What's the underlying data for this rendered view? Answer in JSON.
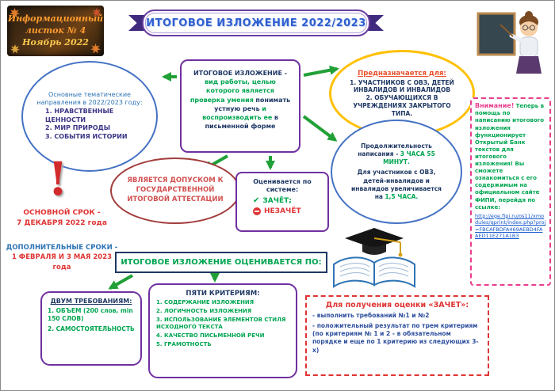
{
  "colors": {
    "purple": "#7030a0",
    "green": "#00a551",
    "navy": "#1f3864",
    "red": "#e03434",
    "blue": "#2e74b5",
    "magenta": "#e83e8c",
    "orange": "#ffc000",
    "arrow_green": "#21a038"
  },
  "icons": {
    "exclamation": "!",
    "check": "✔"
  },
  "masthead": {
    "line1": "Информационный",
    "line2": "листок № 4",
    "line3": "Ноябрь 2022"
  },
  "title": "ИТОГОВОЕ ИЗЛОЖЕНИЕ 2022/2023",
  "topics": {
    "intro": "Основные тематические направления в 2022/2023 году:",
    "items": [
      "1. НРАВСТВЕННЫЕ ЦЕННОСТИ",
      "2. МИР ПРИРОДЫ",
      "3. СОБЫТИЯ ИСТОРИИ"
    ]
  },
  "definition": {
    "term": "ИТОГОВОЕ ИЗЛОЖЕНИЕ -",
    "seg1": "вид работы, целью которого является проверка умения",
    "seg2": "понимать устную речь",
    "seg3": "и воспроизводить ее",
    "seg4": "в письменной форме"
  },
  "audience": {
    "title": "Предназначается для:",
    "items": [
      "1. УЧАСТНИКОВ С ОВЗ, ДЕТЕЙ ИНВАЛИДОВ И ИНВАЛИДОВ",
      "2. ОБУЧАЮЩИХСЯ В УЧРЕЖДЕНИЯХ ЗАКРЫТОГО ТИПА."
    ]
  },
  "duration": {
    "label": "Продолжительность написания -",
    "time": "3 ЧАСА 55 МИНУТ.",
    "extra": "Для участников с ОВЗ, детей-инвалидов и инвалидов увеличивается на",
    "extra_time": "1,5 ЧАСА."
  },
  "admission": {
    "text": "ЯВЛЯЕТСЯ ДОПУСКОМ К ГОСУДАРСТВЕННОЙ ИТОГОВОЙ АТТЕСТАЦИИ"
  },
  "grading": {
    "title": "Оценивается по системе:",
    "pass": "ЗАЧЁТ;",
    "fail": "НЕЗАЧЁТ"
  },
  "dates": {
    "main_label": "ОСНОВНОЙ СРОК -",
    "main_date": "7 ДЕКАБРЯ 2022 года",
    "additional_label": "ДОПОЛНИТЕЛЬНЫЕ СРОКИ - ",
    "additional_dates": "1 ФЕВРАЛЯ И 3 МАЯ 2023 года"
  },
  "evaluation": {
    "header": "ИТОГОВОЕ ИЗЛОЖЕНИЕ ОЦЕНИВАЕТСЯ ПО:"
  },
  "requirements": {
    "title": "ДВУМ ТРЕБОВАНИЯМ:",
    "items": [
      "1. ОБЪЕМ (200 слов, min 150 СЛОВ)",
      "2. САМОСТОЯТЕЛЬНОСТЬ"
    ]
  },
  "criteria": {
    "title": "ПЯТИ КРИТЕРИЯМ:",
    "items": [
      "1. СОДЕРЖАНИЕ ИЗЛОЖЕНИЯ",
      "2. ЛОГИЧНОСТЬ ИЗЛОЖЕНИЯ",
      "3. ИСПОЛЬЗОВАНИЕ ЭЛЕМЕНТОВ СТИЛЯ ИСХОДНОГО ТЕКСТА",
      "4. КАЧЕСТВО ПИСЬМЕННОЙ РЕЧИ",
      "5. ГРАМОТНОСТЬ"
    ]
  },
  "notice": {
    "title": "Внимание!",
    "body": "Теперь в помощь по написанию итогового изложения функционирует Открытый Банк текстов для итогового изложения! Вы сможете ознакомиться с его содержимым на официальном сайте ФИПИ, перейдя по ссылке:",
    "link": "http://ege.fipi.ru/os11/xmodules/qprint/index.php?proj=FBCAFBDFA469AEBD4FAAED11E271A1B3"
  },
  "pass_rules": {
    "title": "Для получения оценки «ЗАЧЕТ»:",
    "items": [
      "- выполнить требований №1 и №2",
      "- положительный результат по трем критериям (по критериям № 1 и 2 - в обязательном порядке и еще по 1 критерию из следующих 3-х)"
    ]
  }
}
